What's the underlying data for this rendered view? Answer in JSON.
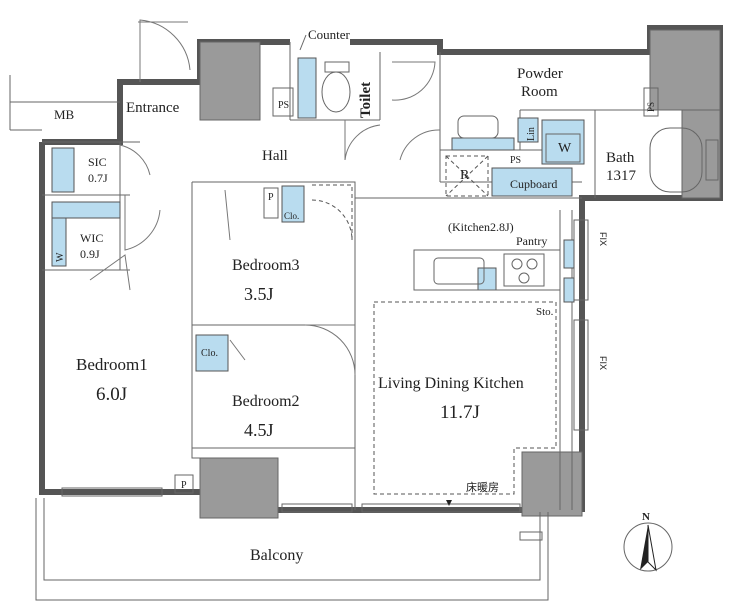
{
  "labels": {
    "counter": "Counter",
    "mb": "MB",
    "entrance": "Entrance",
    "toilet": "Toilet",
    "powder_room": "Powder Room",
    "hall": "Hall",
    "ps1": "PS",
    "ps2": "PS",
    "ps3": "PS",
    "lin": "Lin",
    "w": "W",
    "bath": "Bath",
    "bath_size": "1317",
    "r": "R",
    "cupboard": "Cupboard",
    "sic": "SIC",
    "sic_size": "0.7J",
    "p1": "P",
    "clo1": "Clo.",
    "kitchen": "(Kitchen2.8J)",
    "pantry": "Pantry",
    "fix1": "FIX",
    "wic": "WIC",
    "wic_size": "0.9J",
    "wic_w": "W",
    "bedroom3": "Bedroom3",
    "bedroom3_size": "3.5J",
    "sto": "Sto.",
    "clo2": "Clo.",
    "bedroom1": "Bedroom1",
    "bedroom1_size": "6.0J",
    "ldk": "Living Dining Kitchen",
    "ldk_size": "11.7J",
    "fix2": "FIX",
    "bedroom2": "Bedroom2",
    "bedroom2_size": "4.5J",
    "floor_heating": "床暖房",
    "p2": "P",
    "balcony": "Balcony",
    "north": "N"
  }
}
